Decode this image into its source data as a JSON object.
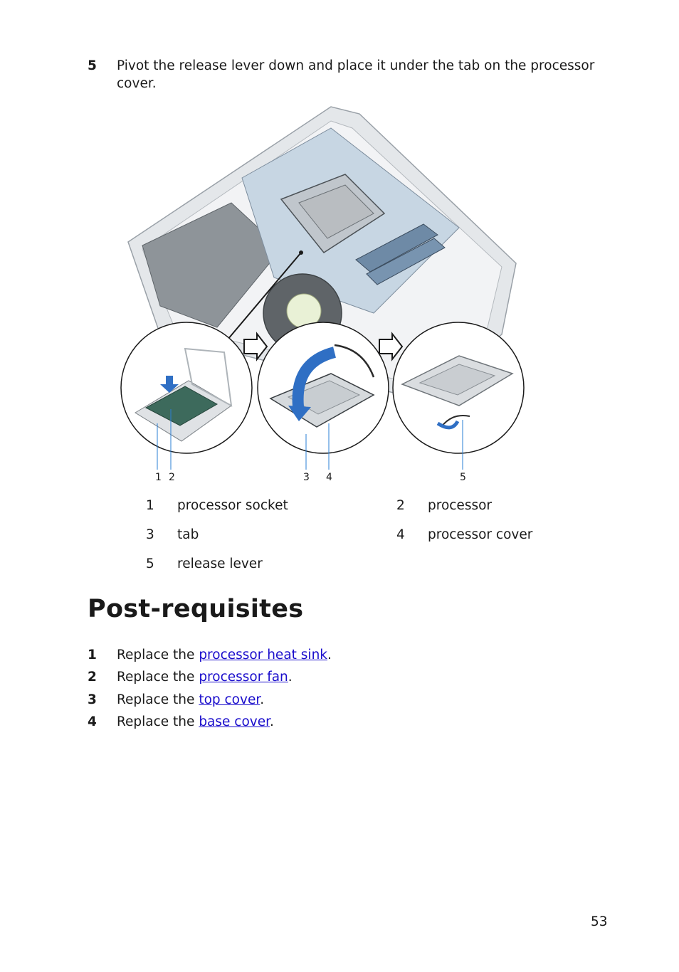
{
  "step": {
    "number": "5",
    "text": "Pivot the release lever down and place it under the tab on the processor cover."
  },
  "figure": {
    "callouts": [
      "1",
      "2",
      "3",
      "4",
      "5"
    ]
  },
  "legend": [
    {
      "num": "1",
      "label": "processor socket"
    },
    {
      "num": "2",
      "label": "processor"
    },
    {
      "num": "3",
      "label": "tab"
    },
    {
      "num": "4",
      "label": "processor cover"
    },
    {
      "num": "5",
      "label": "release lever"
    }
  ],
  "heading": "Post-requisites",
  "postrequisites": [
    {
      "num": "1",
      "prefix": "Replace the ",
      "link": "processor heat sink",
      "suffix": "."
    },
    {
      "num": "2",
      "prefix": "Replace the ",
      "link": "processor fan",
      "suffix": "."
    },
    {
      "num": "3",
      "prefix": "Replace the ",
      "link": "top cover",
      "suffix": "."
    },
    {
      "num": "4",
      "prefix": "Replace the ",
      "link": "base cover",
      "suffix": "."
    }
  ],
  "page_number": "53",
  "colors": {
    "link": "#1a0dcc",
    "callout_line": "#2a7fd4",
    "arrow_blue": "#2f6fc4"
  }
}
